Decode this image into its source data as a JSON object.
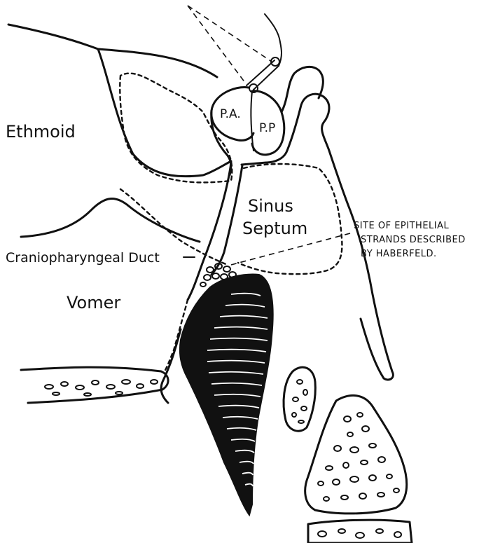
{
  "labels": {
    "ethmoid": "Ethmoid",
    "vomer": "Vomer",
    "pa": "P.A.",
    "pp": "P.P",
    "sinus": "Sinus",
    "septum": "Septum",
    "duct": "Craniopharyngeal Duct",
    "site_line1": "SITE OF EPITHELIAL",
    "site_line2": "STRANDS DESCRIBED",
    "site_line3": "BY HABERFELD."
  }
}
